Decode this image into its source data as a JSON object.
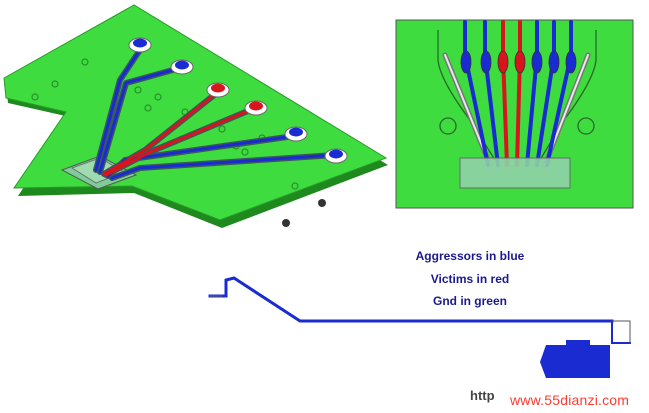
{
  "legend": {
    "aggressors": "Aggressors in blue",
    "victims": "Victims in red",
    "ground": "Gnd in green"
  },
  "watermark": {
    "left_text": "http",
    "right_text": "www.55dianzi.com"
  },
  "colors": {
    "board_green": "#3edc3e",
    "aggressor_blue": "#1a2bd1",
    "victim_red": "#d8141c",
    "legend_text": "#1a1a8c"
  }
}
